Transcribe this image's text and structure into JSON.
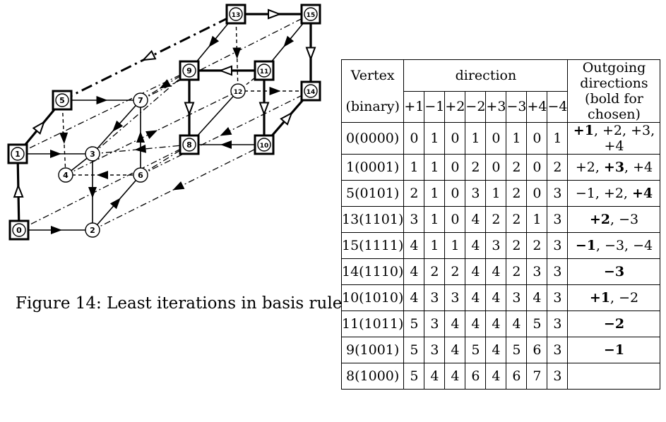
{
  "figure": {
    "caption": "Figure 14: Least iterations in basis rule",
    "nodes": [
      {
        "id": "0",
        "label": "0",
        "boxed": true
      },
      {
        "id": "1",
        "label": "1",
        "boxed": true
      },
      {
        "id": "2",
        "label": "2",
        "boxed": false
      },
      {
        "id": "3",
        "label": "3",
        "boxed": false
      },
      {
        "id": "4",
        "label": "4",
        "boxed": false
      },
      {
        "id": "5",
        "label": "5",
        "boxed": true
      },
      {
        "id": "6",
        "label": "6",
        "boxed": false
      },
      {
        "id": "7",
        "label": "7",
        "boxed": false
      },
      {
        "id": "8",
        "label": "8",
        "boxed": true
      },
      {
        "id": "9",
        "label": "9",
        "boxed": true
      },
      {
        "id": "10",
        "label": "10",
        "boxed": true
      },
      {
        "id": "11",
        "label": "11",
        "boxed": true
      },
      {
        "id": "12",
        "label": "12",
        "boxed": false
      },
      {
        "id": "13",
        "label": "13",
        "boxed": true
      },
      {
        "id": "14",
        "label": "14",
        "boxed": true
      },
      {
        "id": "15",
        "label": "15",
        "boxed": true
      }
    ]
  },
  "table": {
    "header": {
      "vertex": "Vertex",
      "vertex_sub": "(binary)",
      "direction": "direction",
      "directions": [
        "+1",
        "−1",
        "+2",
        "−2",
        "+3",
        "−3",
        "+4",
        "−4"
      ],
      "outgoing": "Outgoing directions",
      "outgoing_sub": "(bold for chosen)"
    },
    "rows": [
      {
        "vertex": "0(0000)",
        "values": [
          "0",
          "1",
          "0",
          "1",
          "0",
          "1",
          "0",
          "1"
        ],
        "outgoing": [
          {
            "t": "+1",
            "b": true
          },
          {
            "t": ", +2, +3, +4",
            "b": false
          }
        ]
      },
      {
        "vertex": "1(0001)",
        "values": [
          "1",
          "1",
          "0",
          "2",
          "0",
          "2",
          "0",
          "2"
        ],
        "outgoing": [
          {
            "t": "+2, ",
            "b": false
          },
          {
            "t": "+3",
            "b": true
          },
          {
            "t": ", +4",
            "b": false
          }
        ]
      },
      {
        "vertex": "5(0101)",
        "values": [
          "2",
          "1",
          "0",
          "3",
          "1",
          "2",
          "0",
          "3"
        ],
        "outgoing": [
          {
            "t": "−1, +2, ",
            "b": false
          },
          {
            "t": "+4",
            "b": true
          }
        ]
      },
      {
        "vertex": "13(1101)",
        "values": [
          "3",
          "1",
          "0",
          "4",
          "2",
          "2",
          "1",
          "3"
        ],
        "outgoing": [
          {
            "t": "+2",
            "b": true
          },
          {
            "t": ", −3",
            "b": false
          }
        ]
      },
      {
        "vertex": "15(1111)",
        "values": [
          "4",
          "1",
          "1",
          "4",
          "3",
          "2",
          "2",
          "3"
        ],
        "outgoing": [
          {
            "t": "−1",
            "b": true
          },
          {
            "t": ", −3, −4",
            "b": false
          }
        ]
      },
      {
        "vertex": "14(1110)",
        "values": [
          "4",
          "2",
          "2",
          "4",
          "4",
          "2",
          "3",
          "3"
        ],
        "outgoing": [
          {
            "t": "−3",
            "b": true
          }
        ]
      },
      {
        "vertex": "10(1010)",
        "values": [
          "4",
          "3",
          "3",
          "4",
          "4",
          "3",
          "4",
          "3"
        ],
        "outgoing": [
          {
            "t": "+1",
            "b": true
          },
          {
            "t": ", −2",
            "b": false
          }
        ]
      },
      {
        "vertex": "11(1011)",
        "values": [
          "5",
          "3",
          "4",
          "4",
          "4",
          "4",
          "5",
          "3"
        ],
        "outgoing": [
          {
            "t": "−2",
            "b": true
          }
        ]
      },
      {
        "vertex": "9(1001)",
        "values": [
          "5",
          "3",
          "4",
          "5",
          "4",
          "5",
          "6",
          "3"
        ],
        "outgoing": [
          {
            "t": "−1",
            "b": true
          }
        ]
      },
      {
        "vertex": "8(1000)",
        "values": [
          "5",
          "4",
          "4",
          "6",
          "4",
          "6",
          "7",
          "3"
        ],
        "outgoing": []
      }
    ]
  }
}
